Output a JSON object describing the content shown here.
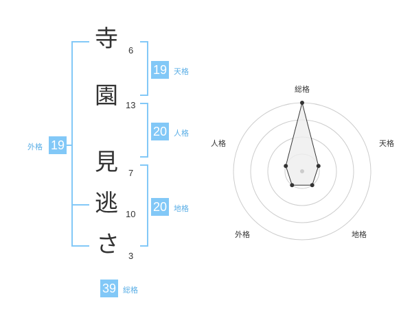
{
  "name": {
    "chars": [
      {
        "char": "寺",
        "strokes": "6"
      },
      {
        "char": "園",
        "strokes": "13"
      },
      {
        "char": "見",
        "strokes": "7"
      },
      {
        "char": "逃",
        "strokes": "10"
      },
      {
        "char": "さ",
        "strokes": "3"
      }
    ]
  },
  "fortune": {
    "tenkaku": {
      "label": "天格",
      "value": "19"
    },
    "jinkaku": {
      "label": "人格",
      "value": "20"
    },
    "chikaku": {
      "label": "地格",
      "value": "20"
    },
    "gaikaku": {
      "label": "外格",
      "value": "19"
    },
    "soukaku": {
      "label": "総格",
      "value": "39"
    }
  },
  "radar": {
    "labels": {
      "top": "総格",
      "right": "天格",
      "bottom_right": "地格",
      "bottom_left": "外格",
      "left": "人格"
    },
    "scores": {
      "soukaku": 4,
      "tenkaku": 1,
      "chikaku": 1,
      "gaikaku": 1,
      "jinkaku": 1
    },
    "max": 4,
    "colors": {
      "grid": "#cccccc",
      "fill": "#eeeeee",
      "stroke": "#333333",
      "center": "#cccccc"
    }
  }
}
